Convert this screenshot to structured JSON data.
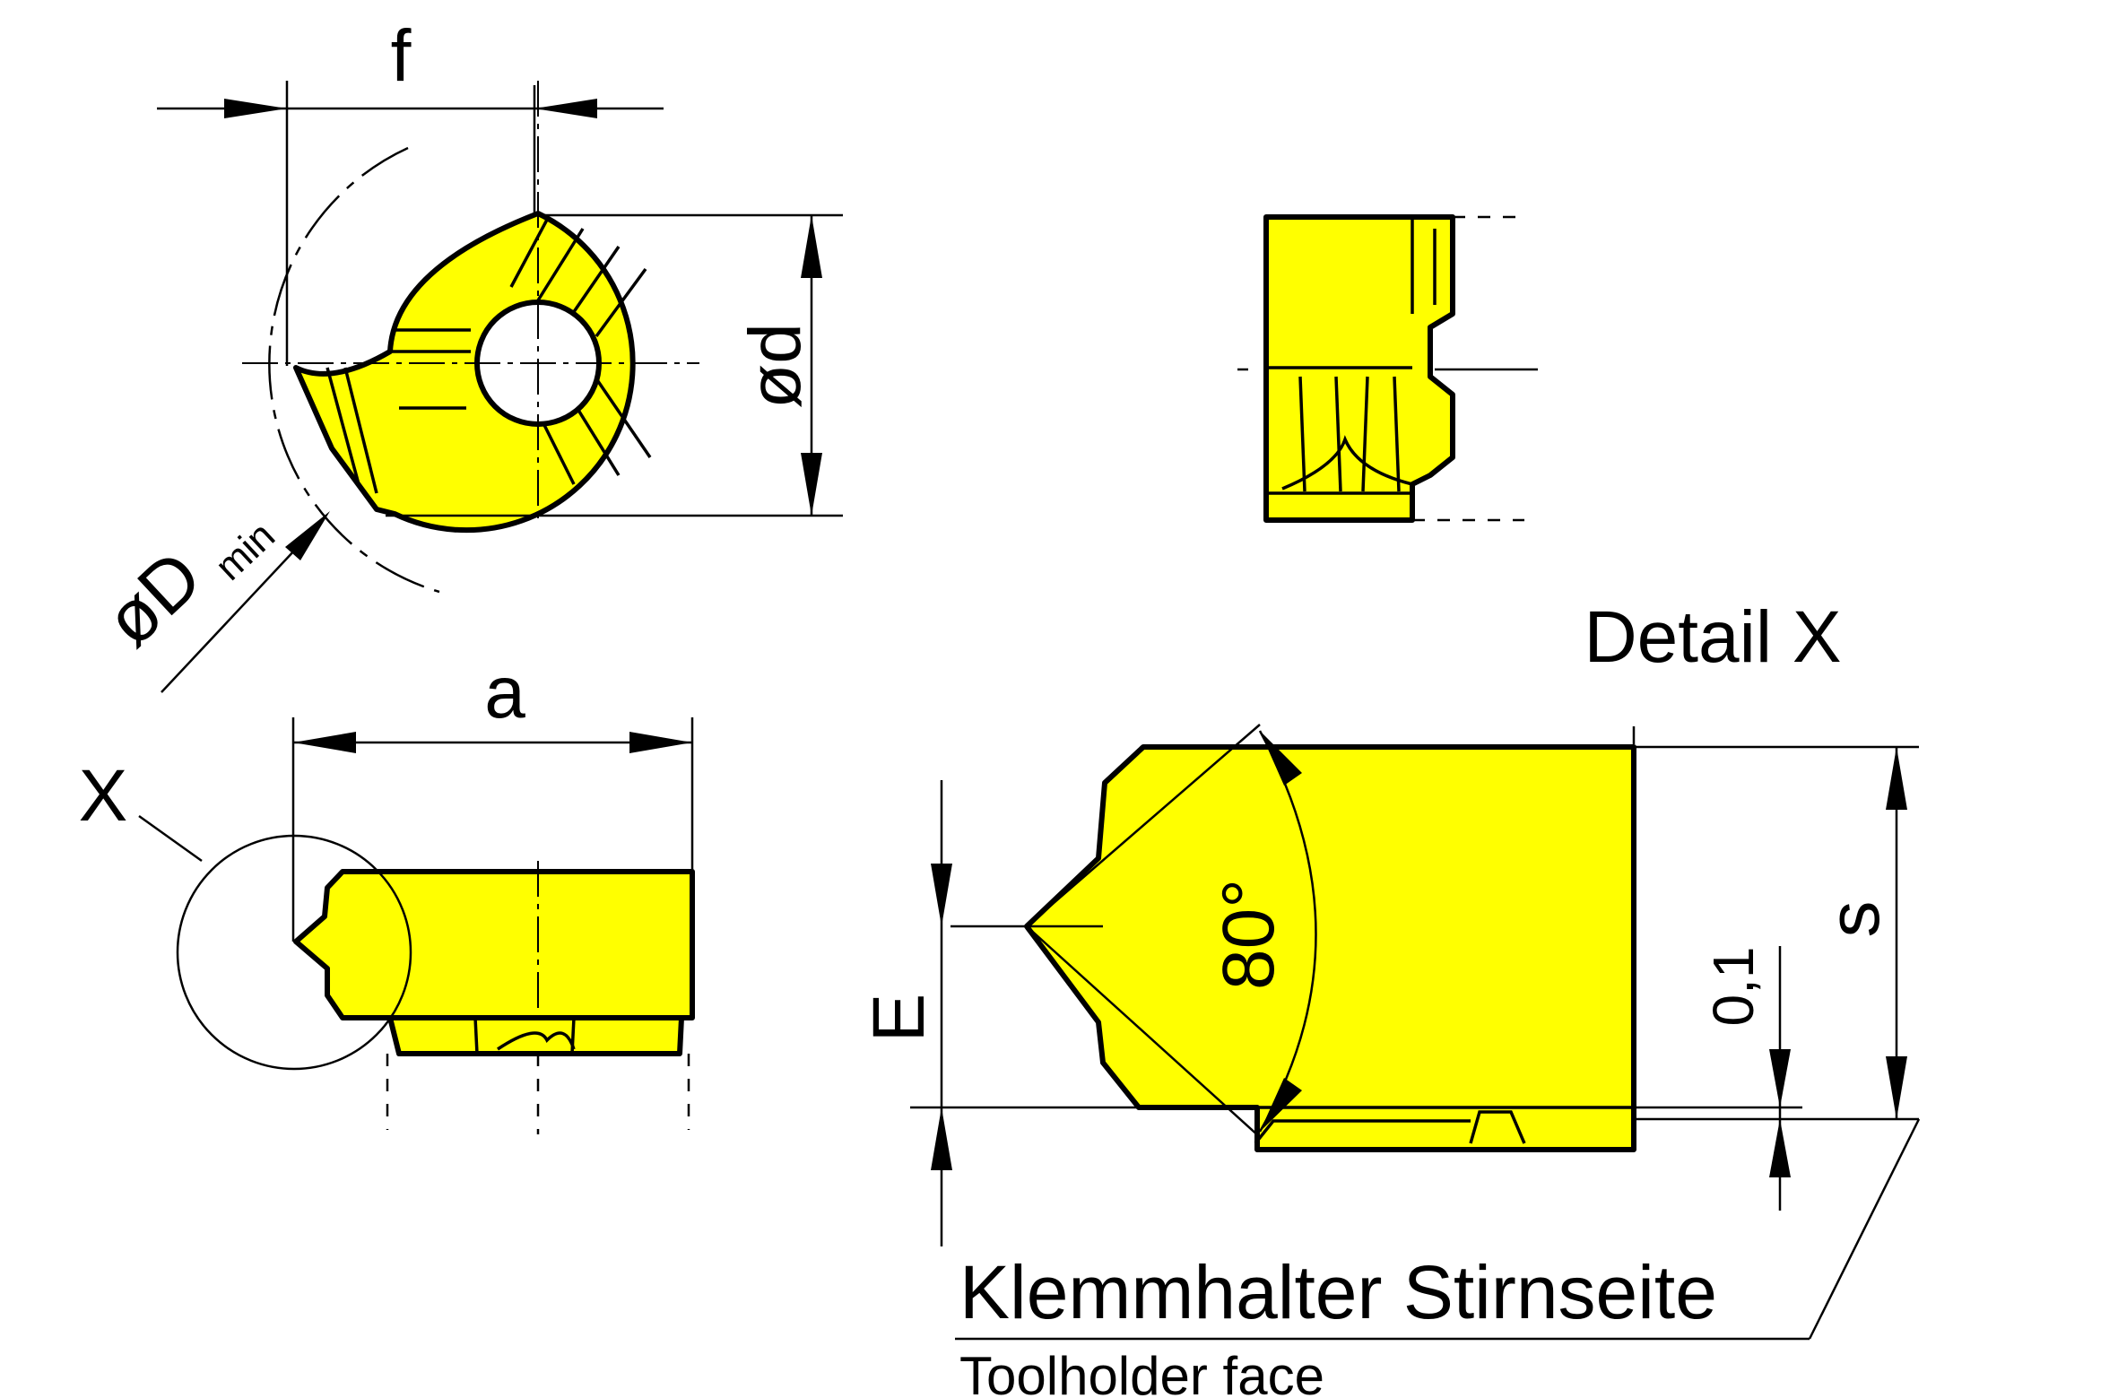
{
  "labels": {
    "f": "f",
    "d": "ød",
    "dmin_symbol": "øD",
    "dmin_sub": "min",
    "a": "a",
    "x": "X",
    "detail_title": "Detail X",
    "angle": "80°",
    "e": "E",
    "s": "s",
    "tolerance": "0,1",
    "holder_face_de": "Klemmhalter Stirnseite",
    "holder_face_en": "Toolholder face"
  },
  "colors": {
    "insert_fill": "#ffff00",
    "line": "#000000"
  }
}
